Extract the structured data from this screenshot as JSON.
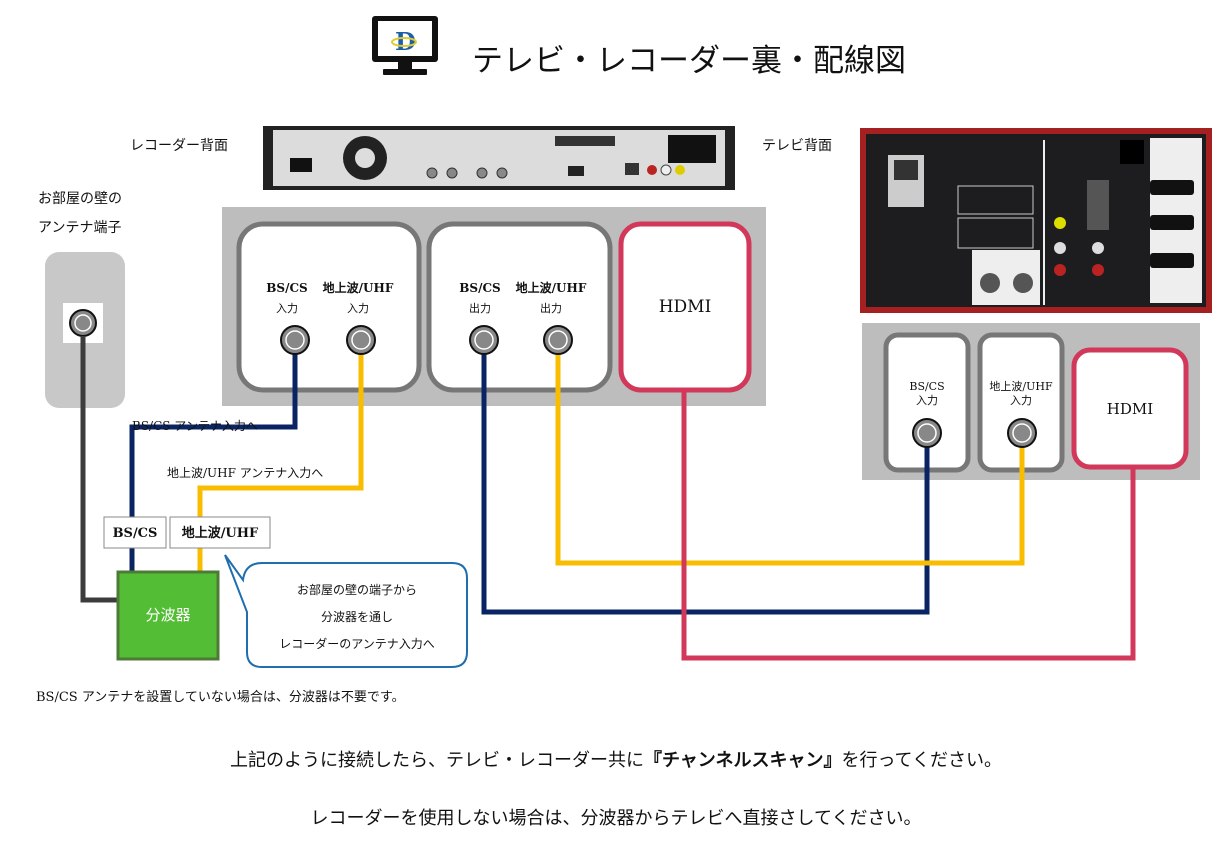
{
  "header": {
    "title": "テレビ・レコーダー裏・配線図",
    "logo_icon": "monitor-icon"
  },
  "labels": {
    "recorder_back": "レコーダー背面",
    "tv_back": "テレビ背面",
    "wall_line1": "お部屋の壁の",
    "wall_line2": "アンテナ端子"
  },
  "recorder_panel": {
    "inputs": [
      {
        "name": "BS/CS",
        "sub": "入力"
      },
      {
        "name": "地上波/UHF",
        "sub": "入力"
      }
    ],
    "outputs": [
      {
        "name": "BS/CS",
        "sub": "出力"
      },
      {
        "name": "地上波/UHF",
        "sub": "出力"
      }
    ],
    "hdmi": "HDMI"
  },
  "tv_panel": {
    "inputs": [
      {
        "name": "BS/CS",
        "sub": "入力"
      },
      {
        "name": "地上波/UHF",
        "sub": "入力"
      }
    ],
    "hdmi": "HDMI"
  },
  "cable_labels": {
    "bs_to_input": "BS/CS アンテナ入力へ",
    "uhf_to_input": "地上波/UHF アンテナ入力へ",
    "splitter_bs": "BS/CS",
    "splitter_uhf": "地上波/UHF"
  },
  "splitter": "分波器",
  "callout": [
    "お部屋の壁の端子から",
    "分波器を通し",
    "レコーダーのアンテナ入力へ"
  ],
  "footnote": "BS/CS アンテナを設置していない場合は、分波器は不要です。",
  "instructions": {
    "line1_pre": "上記のように接続したら、テレビ・レコーダー共に",
    "line1_bold": "『チャンネルスキャン』",
    "line1_post": "を行ってください。",
    "line2": "レコーダーを使用しない場合は、分波器からテレビへ直接さしてください。"
  },
  "colors": {
    "bs_cable": "#0a2463",
    "uhf_cable": "#f8bd00",
    "hdmi_cable": "#d2385a",
    "wall_cable": "#3c3c3c",
    "splitter": "#52bd35",
    "callout_border": "#1f6eb0",
    "panel_bg": "#bdbdbd"
  }
}
